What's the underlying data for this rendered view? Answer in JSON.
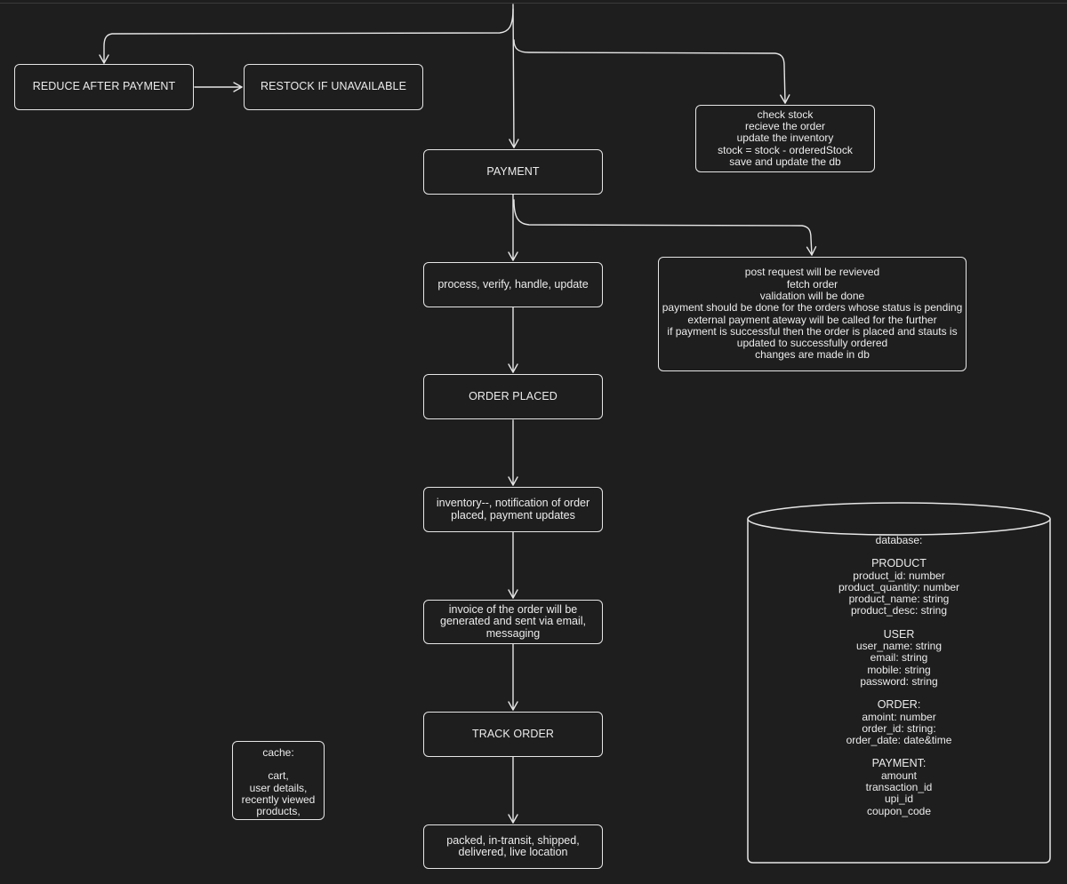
{
  "nodes": {
    "reduce_after_payment": "REDUCE AFTER PAYMENT",
    "restock_if_unavailable": "RESTOCK IF UNAVAILABLE",
    "payment": "PAYMENT",
    "process_step": "process, verify, handle, update",
    "order_placed": "ORDER PLACED",
    "inventory_step": [
      "inventory--, notification of order",
      "placed, payment updates"
    ],
    "invoice_step": [
      "invoice of the order will be",
      "generated and sent via email,",
      "messaging"
    ],
    "track_order": "TRACK ORDER",
    "tracking_states": [
      "packed, in-transit, shipped,",
      "delivered, live location"
    ]
  },
  "notes": {
    "inventory_note": [
      "check stock",
      "recieve the order",
      "update the inventory",
      "stock = stock - orderedStock",
      "save and update the db"
    ],
    "payment_note": [
      "post request will be revieved",
      "fetch order",
      "validation will be done",
      "payment should be done for the orders whose status is pending",
      "external payment ateway will be called for the further",
      "if payment is successful then the order is placed and stauts is",
      "updated to successfully ordered",
      "changes are made in db"
    ]
  },
  "cache": {
    "title": "cache:",
    "items": [
      "cart,",
      "user details,",
      "recently viewed",
      "products,"
    ]
  },
  "database": {
    "title": "database:",
    "sections": [
      {
        "name": "PRODUCT",
        "fields": [
          "product_id: number",
          "product_quantity: number",
          "product_name: string",
          "product_desc: string"
        ]
      },
      {
        "name": "USER",
        "fields": [
          "user_name: string",
          "email: string",
          "mobile: string",
          "password: string"
        ]
      },
      {
        "name": "ORDER:",
        "fields": [
          "amoint: number",
          "order_id: string:",
          "order_date: date&time"
        ]
      },
      {
        "name": "PAYMENT:",
        "fields": [
          "amount",
          "transaction_id",
          "upi_id",
          "coupon_code"
        ]
      }
    ]
  },
  "colors": {
    "background": "#1e1e1e",
    "stroke": "#e6e6e6",
    "text": "#ececec"
  }
}
